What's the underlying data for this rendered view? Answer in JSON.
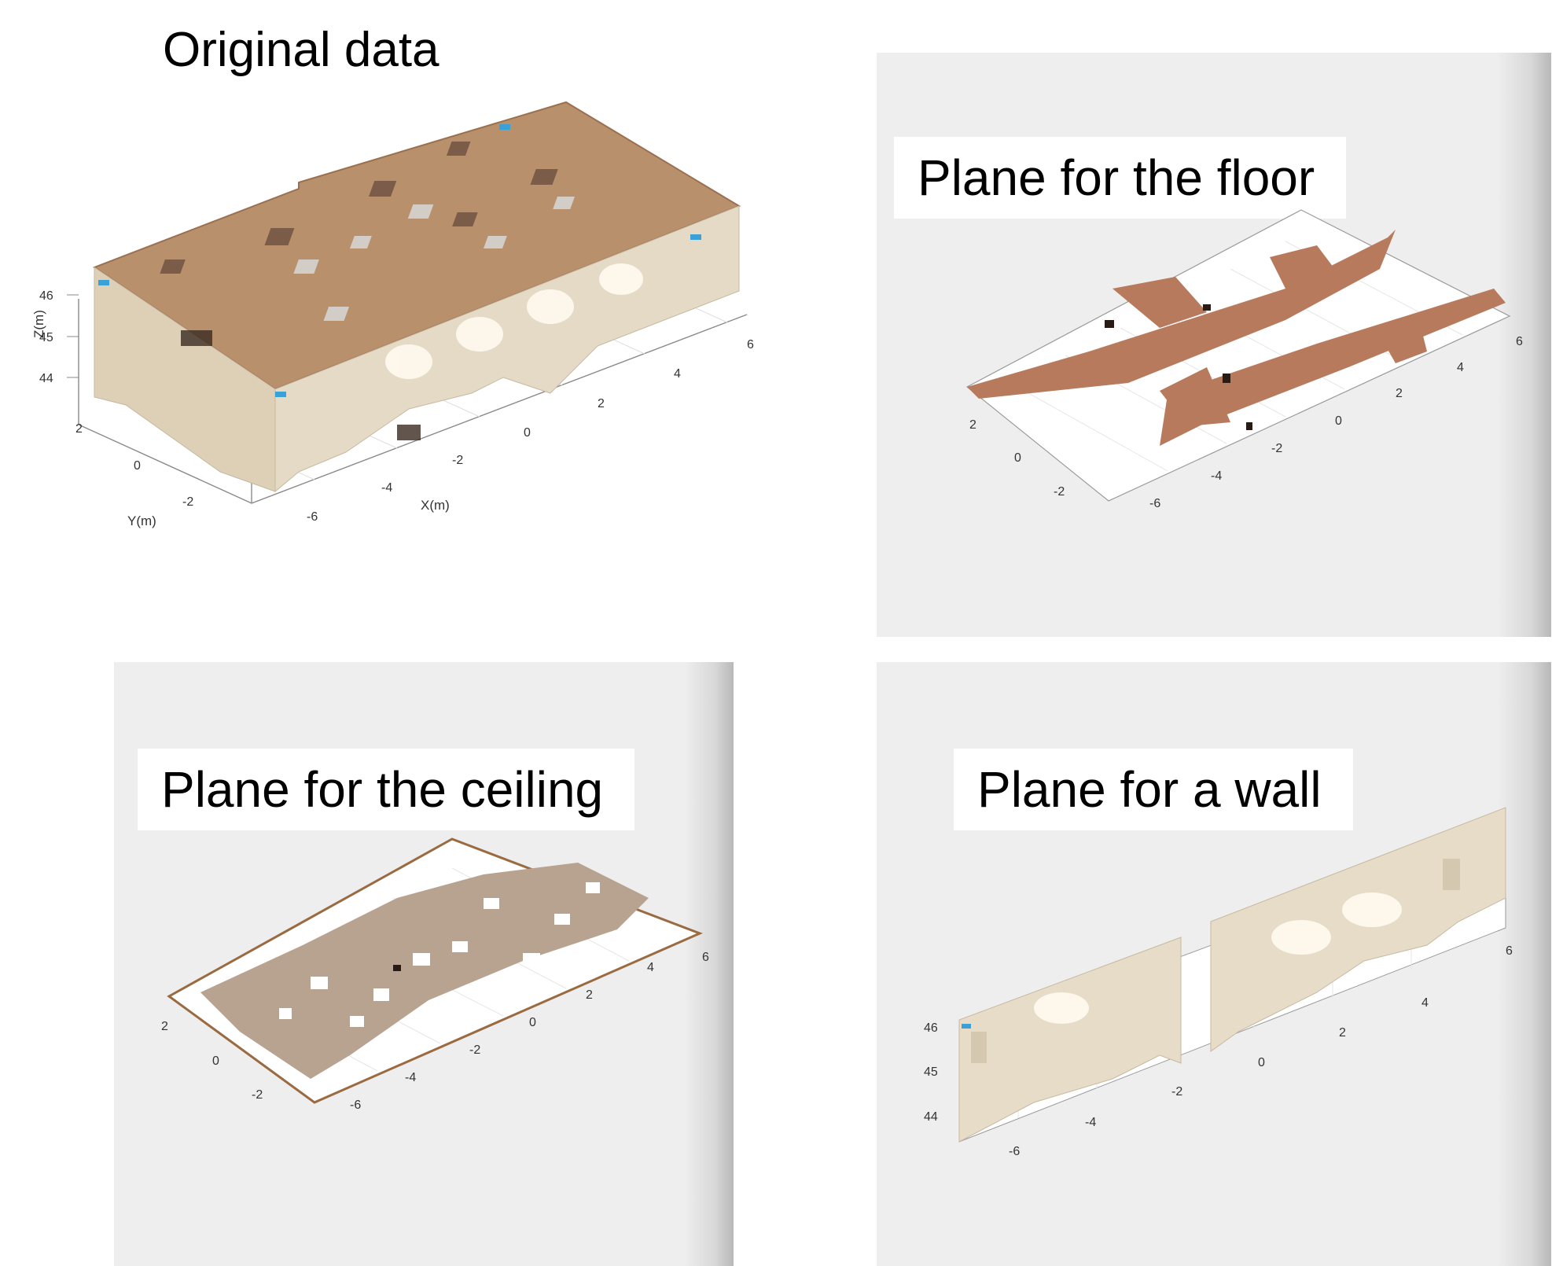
{
  "panels": {
    "original": {
      "title": "Original data",
      "xlabel": "X(m)",
      "ylabel": "Y(m)",
      "zlabel": "Z(m)",
      "x_ticks": [
        "-6",
        "-4",
        "-2",
        "0",
        "2",
        "4",
        "6"
      ],
      "y_ticks": [
        "-2",
        "0",
        "2"
      ],
      "z_ticks": [
        "44",
        "45",
        "46"
      ]
    },
    "floor": {
      "title": "Plane for the floor",
      "x_ticks": [
        "-6",
        "-4",
        "-2",
        "0",
        "2",
        "4",
        "6"
      ],
      "y_ticks": [
        "-2",
        "0",
        "2"
      ]
    },
    "ceiling": {
      "title": "Plane for the ceiling",
      "x_ticks": [
        "-6",
        "-4",
        "-2",
        "0",
        "2",
        "4",
        "6"
      ],
      "y_ticks": [
        "-2",
        "0",
        "2"
      ]
    },
    "wall": {
      "title": "Plane for a wall",
      "x_ticks": [
        "-6",
        "-4",
        "-2",
        "0",
        "2",
        "4",
        "6"
      ],
      "z_ticks": [
        "44",
        "45",
        "46"
      ]
    }
  },
  "colors": {
    "room_surface": "#b9906c",
    "wall_cream": "#e6dcc8",
    "floor_brown": "#b87a5c",
    "ceiling_tan": "#b8a290",
    "panel_gray": "#eeeeee"
  }
}
